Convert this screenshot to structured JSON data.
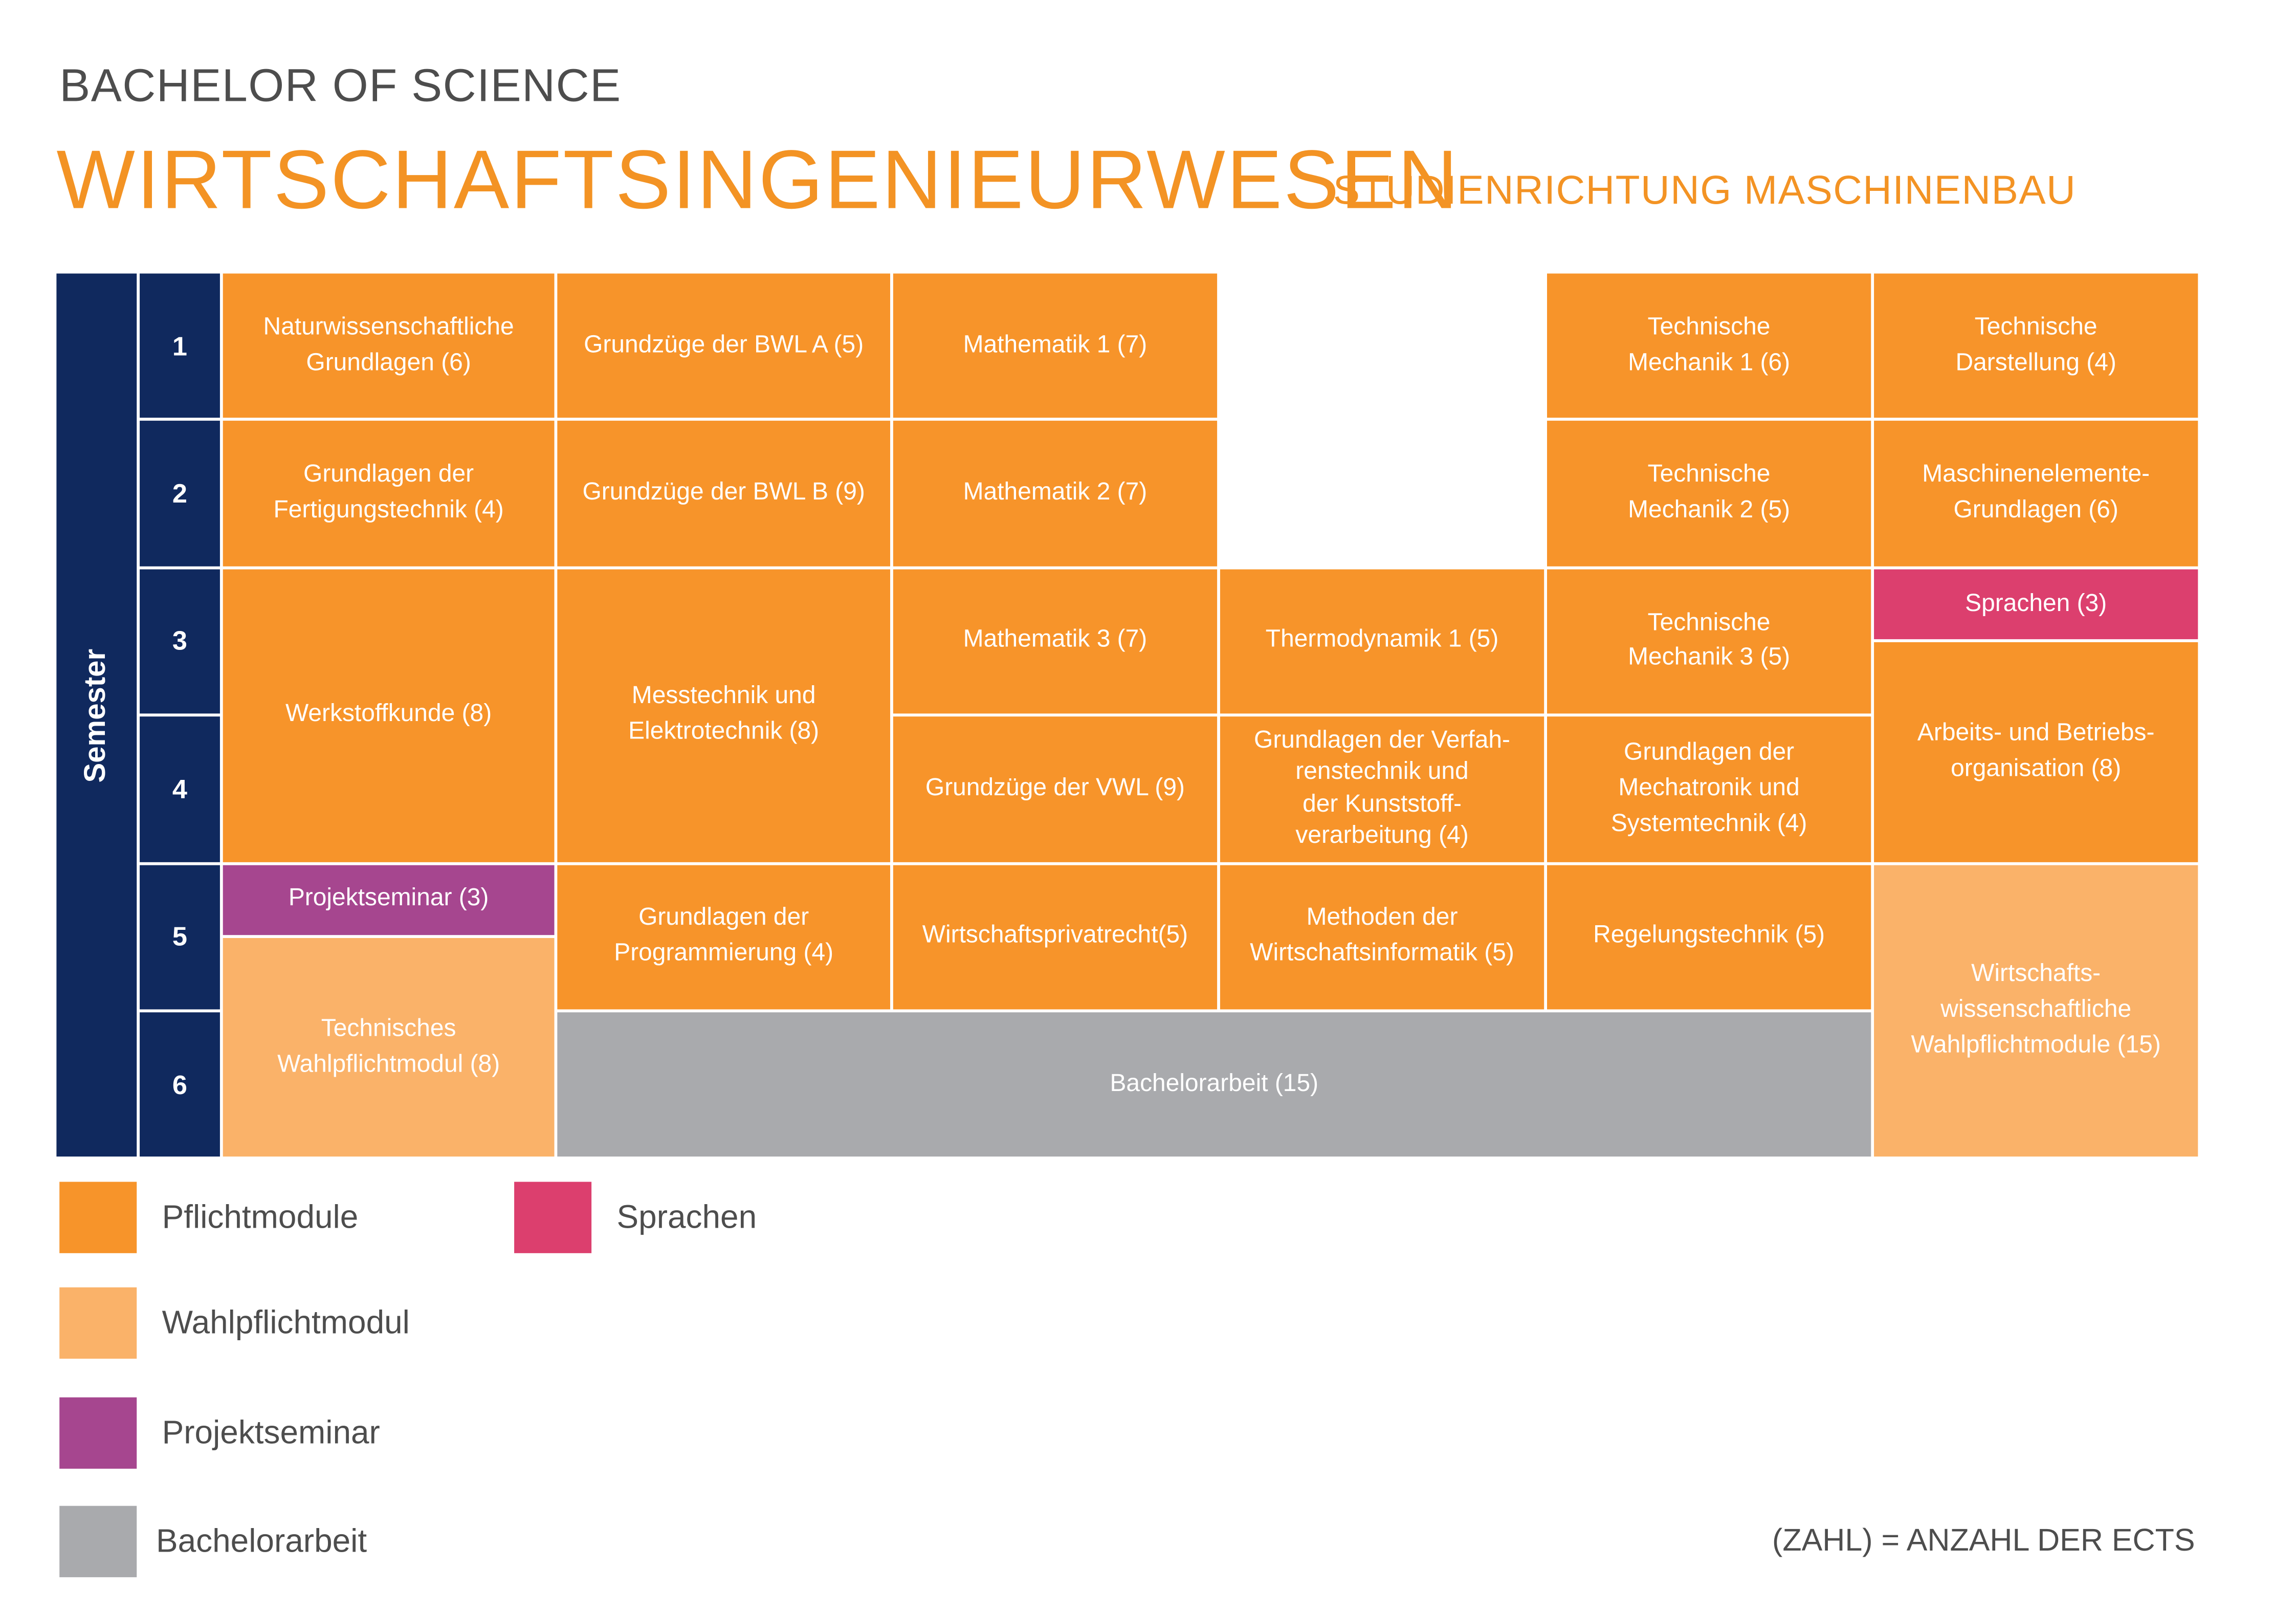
{
  "header": {
    "degree": "BACHELOR OF SCIENCE",
    "program": "WIRTSCHAFTSINGENIEURWESEN",
    "specialization": "STUDIENRICHTUNG MASCHINENBAU"
  },
  "grid": {
    "semester_label": "Semester",
    "semesters": [
      "1",
      "2",
      "3",
      "4",
      "5",
      "6"
    ],
    "modules": [
      {
        "label": "Naturwissenschaftliche\nGrundlagen (6)",
        "type": "Pflichtmodule"
      },
      {
        "label": "Grundlagen der\nFertigungstechnik (4)",
        "type": "Pflichtmodule"
      },
      {
        "label": "Werkstoffkunde (8)",
        "type": "Pflichtmodule"
      },
      {
        "label": "Projektseminar (3)",
        "type": "Projektseminar"
      },
      {
        "label": "Technisches\nWahlpflichtmodul (8)",
        "type": "Wahlpflichtmodul"
      },
      {
        "label": "Grundzüge der BWL A (5)",
        "type": "Pflichtmodule"
      },
      {
        "label": "Grundzüge der BWL B (9)",
        "type": "Pflichtmodule"
      },
      {
        "label": "Messtechnik und\nElektrotechnik (8)",
        "type": "Pflichtmodule"
      },
      {
        "label": "Grundlagen der\nProgrammierung (4)",
        "type": "Pflichtmodule"
      },
      {
        "label": "Bachelorarbeit (15)",
        "type": "Bachelorarbeit"
      },
      {
        "label": "Mathematik 1 (7)",
        "type": "Pflichtmodule"
      },
      {
        "label": "Mathematik 2 (7)",
        "type": "Pflichtmodule"
      },
      {
        "label": "Mathematik 3 (7)",
        "type": "Pflichtmodule"
      },
      {
        "label": "Grundzüge der VWL (9)",
        "type": "Pflichtmodule"
      },
      {
        "label": "Wirtschaftsprivatrecht(5)",
        "type": "Pflichtmodule"
      },
      {
        "label": "Thermodynamik 1 (5)",
        "type": "Pflichtmodule"
      },
      {
        "label": "Grundlagen der Verfah-\nrenstechnik und\nder Kunststoff-\nverarbeitung (4)",
        "type": "Pflichtmodule"
      },
      {
        "label": "Methoden der\nWirtschaftsinformatik (5)",
        "type": "Pflichtmodule"
      },
      {
        "label": "Technische\nMechanik 1 (6)",
        "type": "Pflichtmodule"
      },
      {
        "label": "Technische\nMechanik 2 (5)",
        "type": "Pflichtmodule"
      },
      {
        "label": "Technische\nMechanik 3 (5)",
        "type": "Pflichtmodule"
      },
      {
        "label": "Grundlagen der\nMechatronik und\nSystemtechnik (4)",
        "type": "Pflichtmodule"
      },
      {
        "label": "Regelungstechnik (5)",
        "type": "Pflichtmodule"
      },
      {
        "label": "Technische\nDarstellung (4)",
        "type": "Pflichtmodule"
      },
      {
        "label": "Maschinenelemente-\nGrundlagen (6)",
        "type": "Pflichtmodule"
      },
      {
        "label": "Sprachen (3)",
        "type": "Sprachen"
      },
      {
        "label": "Arbeits- und Betriebs-\norganisation (8)",
        "type": "Pflichtmodule"
      },
      {
        "label": "Wirtschafts-\nwissenschaftliche\nWahlpflichtmodule (15)",
        "type": "Wahlpflichtmodul"
      }
    ]
  },
  "legend": [
    {
      "label": "Pflichtmodule",
      "color": "#F7942A"
    },
    {
      "label": "Wahlpflichtmodul",
      "color": "#FAB269"
    },
    {
      "label": "Projektseminar",
      "color": "#A6468F"
    },
    {
      "label": "Bachelorarbeit",
      "color": "#A9AAAD"
    },
    {
      "label": "Sprachen",
      "color": "#DC3F6E"
    }
  ],
  "footnote": "(ZAHL) = ANZAHL DER ECTS"
}
